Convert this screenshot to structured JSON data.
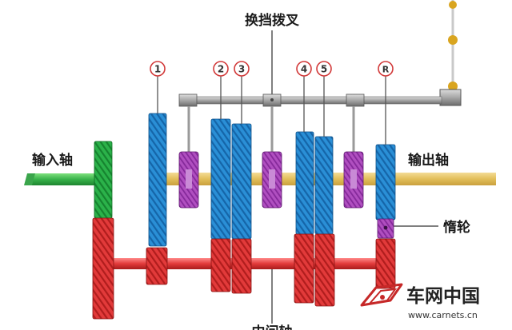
{
  "labels": {
    "fork": "换挡拨叉",
    "input_shaft": "输入轴",
    "output_shaft": "输出轴",
    "idler": "惰轮",
    "counter_shaft": "中间轴"
  },
  "gear_numbers": [
    "1",
    "2",
    "3",
    "4",
    "5",
    "R"
  ],
  "watermark": {
    "brand": "车网中国",
    "url": "www.carnets.cn"
  },
  "colors": {
    "blue_gear": "#2a8fd6",
    "red_gear": "#e23a3a",
    "green_gear": "#2bb24a",
    "purple_sync": "#b04fc0",
    "output_shaft": "#e8c86a",
    "fork_rod": "#9a9a9a",
    "lever": "#d9a520"
  }
}
